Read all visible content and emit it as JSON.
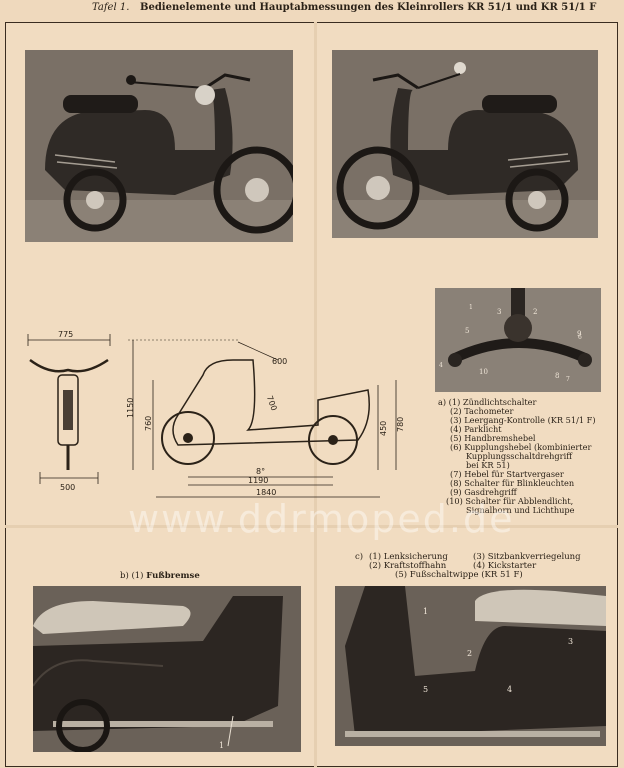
{
  "header": {
    "plate_label": "Tafel 1.",
    "plate_title": "Bedienelemente und Hauptabmessungen des Kleinrollers KR 51/1 und KR 51/1 F"
  },
  "dimensions": {
    "width_handlebar": "775",
    "width_base": "500",
    "height_total": "1150",
    "height_seat": "760",
    "height_rear_left": "450",
    "height_rear_right": "780",
    "handle_diag": "600",
    "seat_diag": "700",
    "wheelbase": "1190",
    "length": "1840",
    "angle": "8°"
  },
  "legend_a": {
    "items": [
      {
        "num": "a) (1)",
        "text": "Zündlichtschalter"
      },
      {
        "num": "(2)",
        "text": "Tachometer"
      },
      {
        "num": "(3)",
        "text": "Leergang-Kontrolle (KR 51/1 F)"
      },
      {
        "num": "(4)",
        "text": "Parklicht"
      },
      {
        "num": "(5)",
        "text": "Handbremshebel"
      },
      {
        "num": "(6)",
        "text": "Kupplungshebel (kombinierter"
      },
      {
        "num": "",
        "text": "Kupplungsschaltdrehgriff"
      },
      {
        "num": "",
        "text": "bei KR 51)"
      },
      {
        "num": "(7)",
        "text": "Hebel für Startvergaser"
      },
      {
        "num": "(8)",
        "text": "Schalter für Blinkleuchten"
      },
      {
        "num": "(9)",
        "text": "Gasdrehgriff"
      },
      {
        "num": "(10)",
        "text": "Schalter für Abblendlicht,"
      },
      {
        "num": "",
        "text": "Signalhorn und Lichthupe"
      }
    ]
  },
  "legend_b": {
    "label": "b) (1)",
    "text": "Fußbremse"
  },
  "legend_c": {
    "label": "c)",
    "i1": "(1)  Lenksicherung",
    "i2": "(2)  Kraftstoffhahn",
    "i3": "(3)  Sitzbankverriegelung",
    "i4": "(4)  Kickstarter",
    "i5": "(5)  Fußschaltwippe (KR 51 F)"
  },
  "callouts": {
    "n1": "1",
    "n2": "2",
    "n3": "3",
    "n4": "4",
    "n5": "5",
    "n6": "6",
    "n7": "7",
    "n8": "8",
    "n9": "9",
    "n10": "10"
  },
  "watermark": "www.ddrmoped.de"
}
